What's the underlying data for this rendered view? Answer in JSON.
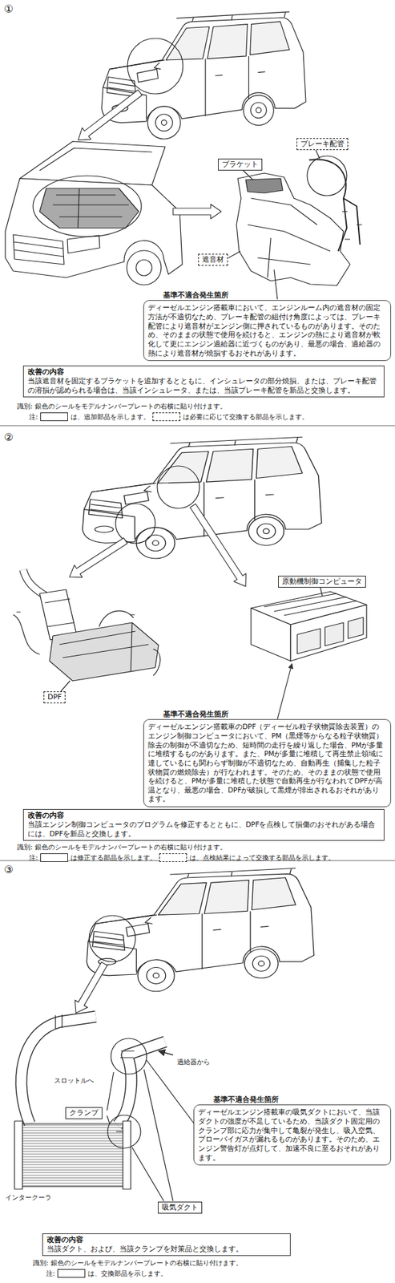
{
  "diagram": {
    "nodes": [
      {
        "text": [
          "ブレーキ配管"
        ]
      },
      {
        "text": [
          "ブラケット"
        ]
      },
      {
        "text": [
          "遮音材"
        ]
      },
      {
        "text": [
          "基準不適合発生箇所",
          "ディーゼルエンジン搭載車において、エンジンルーム内の遮音材の固定方法が不適切なため、ブレーキ配管の組付け角度によっては、ブレーキ配管により遮音材がエンジン側に押されているものがあります。そのため、そのままの状態で使用を続けると、エンジンの熱により遮音材が軟化して更にエンジン過給器に近づくものがあり、最悪の場合、過給器の熱により遮音材が焼損するおそれがあります。"
        ]
      },
      {
        "text": [
          "改善の内容",
          "当該遮音材を固定するブラケットを追加するとともに、インシュレータの部分焼損、または、ブレーキ配管の溶損が認められる場合は、当該インシュレータ、または、当該ブレーキ配管を新品と交換します。"
        ]
      },
      {
        "text": [
          "原動機制御コンピュータ"
        ]
      },
      {
        "text": [
          "DPF"
        ]
      },
      {
        "text": [
          "基準不適合発生箇所",
          "ディーゼルエンジン搭載車のDPF（ディーゼル粒子状物質除去装置）のエンジン制御コンピュータにおいて、PM（黒煙等からなる粒子状物質）除去の制御が不適切なため、短時間の走行を繰り返した場合、PMが多量に堆積するものがあります。また、PMが多量に堆積して再生禁止領域に達しているにも関わらず制御が不適切なため、自動再生（捕集した粒子状物質の燃焼除去）が行なわれます。そのため、そのままの状態で使用を続けると、PMが多量に堆積した状態で自動再生が行なわれてDPFが高温となり、最悪の場合、DPFが破損して黒煙が排出されるおそれがあります。"
        ]
      },
      {
        "text": [
          "改善の内容",
          "当該エンジン制御コンピュータのプログラムを修正するとともに、DPFを点検して損傷のおそれがある場合には、DPFを新品と交換します。"
        ]
      },
      {
        "text": [
          "クランプ"
        ]
      },
      {
        "text": [
          "基準不適合発生箇所",
          "ディーゼルエンジン搭載車の吸気ダクトにおいて、当該ダクトの強度が不足しているため、当該ダクト固定用のクランプ部に応力が集中して亀裂が発生し、吸入空気、ブローバイガスが漏れるものがあります。そのため、エンジン警告灯が点灯して、加速不良に至るおそれがあります。"
        ]
      },
      {
        "text": [
          "吸気ダクト"
        ]
      },
      {
        "text": [
          "改善の内容",
          "当該ダクト、および、当該クランプを対策品と交換します。"
        ]
      }
    ],
    "labels": [
      "①",
      "識別: 銀色のシールをモデルナンバープレートの右横に貼り付けます。",
      "注:",
      "②",
      "識別: 銀色のシールをモデルナンバープレートの右横に貼り付けます。",
      "注:",
      "③",
      "過給器から",
      "スロットルへ",
      "インタークーラ",
      "識別: 銀色のシールをモデルナンバープレートの右横に貼り付けます。",
      "注:"
    ],
    "legend": [
      {
        "text": "は、追加部品を示します。"
      },
      {
        "text": "は必要に応じて交換する部品を示します。"
      },
      {
        "text": "は修正する部品を示します。"
      },
      {
        "text": "は、点検結果によって交換する部品を示します。"
      },
      {
        "text": "は、交換部品を示します。"
      }
    ]
  }
}
